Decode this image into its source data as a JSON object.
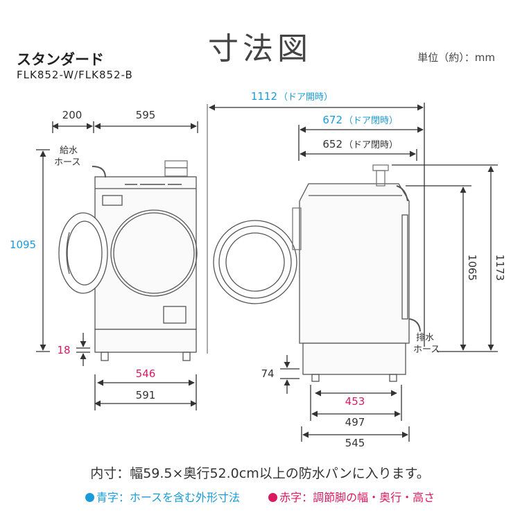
{
  "title": "寸法図",
  "model": {
    "name": "スタンダード",
    "code": "FLK852-W/FLK852-B"
  },
  "unit": "単位（約）：mm",
  "front": {
    "door_width": "200",
    "body_width": "595",
    "height_total": "1095",
    "foot_height": "18",
    "foot_width": "546",
    "base_width": "591",
    "hose_label_1": "給水",
    "hose_label_2": "ホース"
  },
  "side": {
    "depth_open_total": "1112",
    "depth_open_total_suffix": "（ドア開時）",
    "depth_open_mid": "672",
    "depth_open_mid_suffix": "（ドア閉時）",
    "depth_closed": "652",
    "depth_closed_suffix": "（ドア閉時）",
    "height_body": "1065",
    "height_total": "1173",
    "base_height": "74",
    "foot_depth": "453",
    "base_depth_1": "497",
    "base_depth_2": "545",
    "drain_label_1": "排水",
    "drain_label_2": "ホース"
  },
  "note": "内寸：幅59.5×奥行52.0cm以上の防水パンに入ります。",
  "legend": {
    "blue": "青字：ホースを含む外形寸法",
    "red": "赤字：調節脚の幅・奥行・高さ"
  },
  "colors": {
    "blue": "#1a9bd7",
    "red": "#d81b60",
    "line": "#333333"
  }
}
